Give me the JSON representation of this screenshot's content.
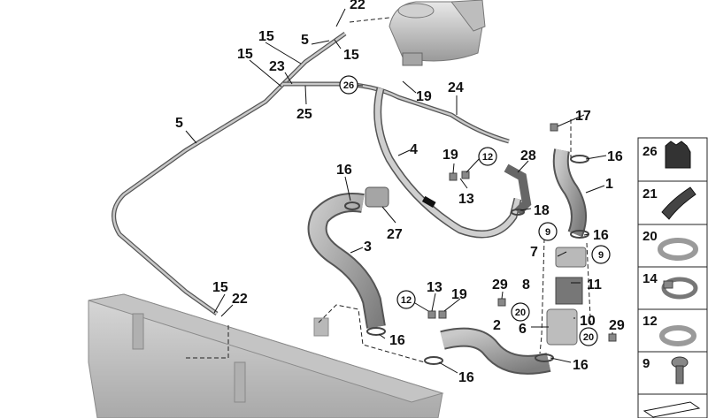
{
  "callouts": {
    "c22_top": "22",
    "c15_a": "15",
    "c5_a": "5",
    "c15_b": "15",
    "c15_c": "15",
    "c23": "23",
    "c26": "26",
    "c19_a": "19",
    "c24": "24",
    "c25": "25",
    "c5_b": "5",
    "c17": "17",
    "c4": "4",
    "c16_a": "16",
    "c28": "28",
    "c19_b": "19",
    "c12_a": "12",
    "c16_b": "16",
    "c1": "1",
    "c13_a": "13",
    "c18": "18",
    "c27": "27",
    "c9_a": "9",
    "c16_c": "16",
    "c3": "3",
    "c7": "7",
    "c9_b": "9",
    "c15_d": "15",
    "c22_b": "22",
    "c29_a": "29",
    "c8": "8",
    "c11": "11",
    "c13_b": "13",
    "c19_c": "19",
    "c12_b": "12",
    "c20_a": "20",
    "c10": "10",
    "c2": "2",
    "c6": "6",
    "c29_b": "29",
    "c20_b": "20",
    "c16_d": "16",
    "c16_e": "16",
    "c16_f": "16"
  },
  "legend": {
    "items": [
      "26",
      "21",
      "20",
      "14",
      "12",
      "9"
    ]
  }
}
